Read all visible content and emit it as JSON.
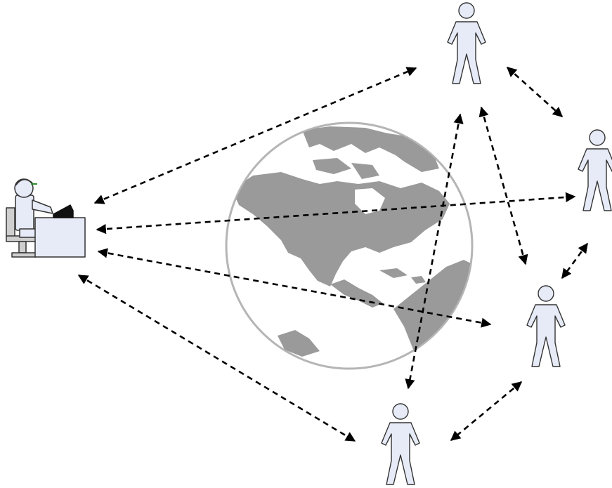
{
  "diagram": {
    "colors": {
      "background": "#ffffff",
      "person_fill": "#e6ebf7",
      "person_stroke": "#333333",
      "globe_land": "#9a9a9a",
      "globe_ocean": "#ffffff",
      "globe_rim": "#b5b5b5",
      "arrow": "#000000",
      "desk_fill": "#e6ebf7",
      "laptop": "#111111",
      "headset": "#2e8b2e"
    },
    "icons": {
      "operator": "person-at-desk-icon",
      "person": "person-icon",
      "globe": "globe-icon"
    },
    "nodes": [
      {
        "id": "operator",
        "kind": "person-at-desk"
      },
      {
        "id": "person-top",
        "kind": "person"
      },
      {
        "id": "person-right",
        "kind": "person"
      },
      {
        "id": "person-middle-right",
        "kind": "person"
      },
      {
        "id": "person-bottom",
        "kind": "person"
      }
    ],
    "connections": [
      {
        "from": "operator",
        "to": "person-top",
        "bidirectional": true
      },
      {
        "from": "operator",
        "to": "person-right",
        "bidirectional": true
      },
      {
        "from": "operator",
        "to": "person-middle-right",
        "bidirectional": true
      },
      {
        "from": "operator",
        "to": "person-bottom",
        "bidirectional": true
      },
      {
        "from": "person-top",
        "to": "person-right",
        "bidirectional": true
      },
      {
        "from": "person-top",
        "to": "person-middle-right",
        "bidirectional": true
      },
      {
        "from": "person-top",
        "to": "person-bottom",
        "bidirectional": true
      },
      {
        "from": "person-right",
        "to": "person-middle-right",
        "bidirectional": true
      },
      {
        "from": "person-middle-right",
        "to": "person-bottom",
        "bidirectional": true
      }
    ]
  }
}
